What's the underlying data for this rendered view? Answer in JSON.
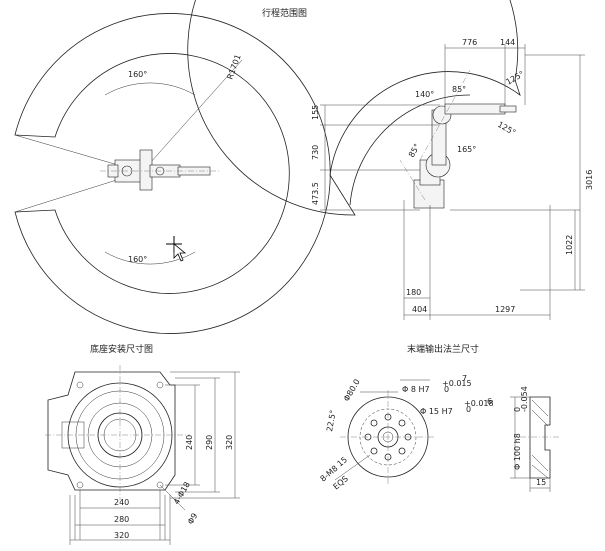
{
  "titles": {
    "range": "行程范围图",
    "base": "底座安装尺寸图",
    "flange": "末端输出法兰尺寸"
  },
  "top_view": {
    "angle_top": "160°",
    "angle_bottom": "160°",
    "radius": "R1701"
  },
  "side_view": {
    "dim_776": "776",
    "dim_144": "144",
    "dim_155": "155",
    "dim_730": "730",
    "dim_473": "473.5",
    "dim_3016": "3016",
    "dim_1022": "1022",
    "dim_180": "180",
    "dim_404": "404",
    "dim_1297": "1297",
    "ang_140": "140°",
    "ang_85a": "85°",
    "ang_125a": "125°",
    "ang_125b": "125°",
    "ang_85b": "85°",
    "ang_165": "165°"
  },
  "base": {
    "dim_240v": "240",
    "dim_290v": "290",
    "dim_320v": "320",
    "dim_240h": "240",
    "dim_280h": "280",
    "dim_320h": "320",
    "hole": "4-Φ18",
    "hole2": "Φ9"
  },
  "flange": {
    "d80": "Φ80.0",
    "angle": "22.5°",
    "pin": "Φ 8 H7",
    "pin_tol": "+0.015",
    "pin_tol0": "0",
    "pin_depth": "7",
    "bore": "Φ 15 H7",
    "bore_tol": "+0.018",
    "bore_tol0": "0",
    "bore_depth": "6",
    "thread": "8-M8",
    "thread_depth": "15",
    "eqs": "EQS",
    "outer": "Φ 100 h8",
    "outer_tol": "-0.054",
    "outer_tol0": "0",
    "thick": "15"
  }
}
